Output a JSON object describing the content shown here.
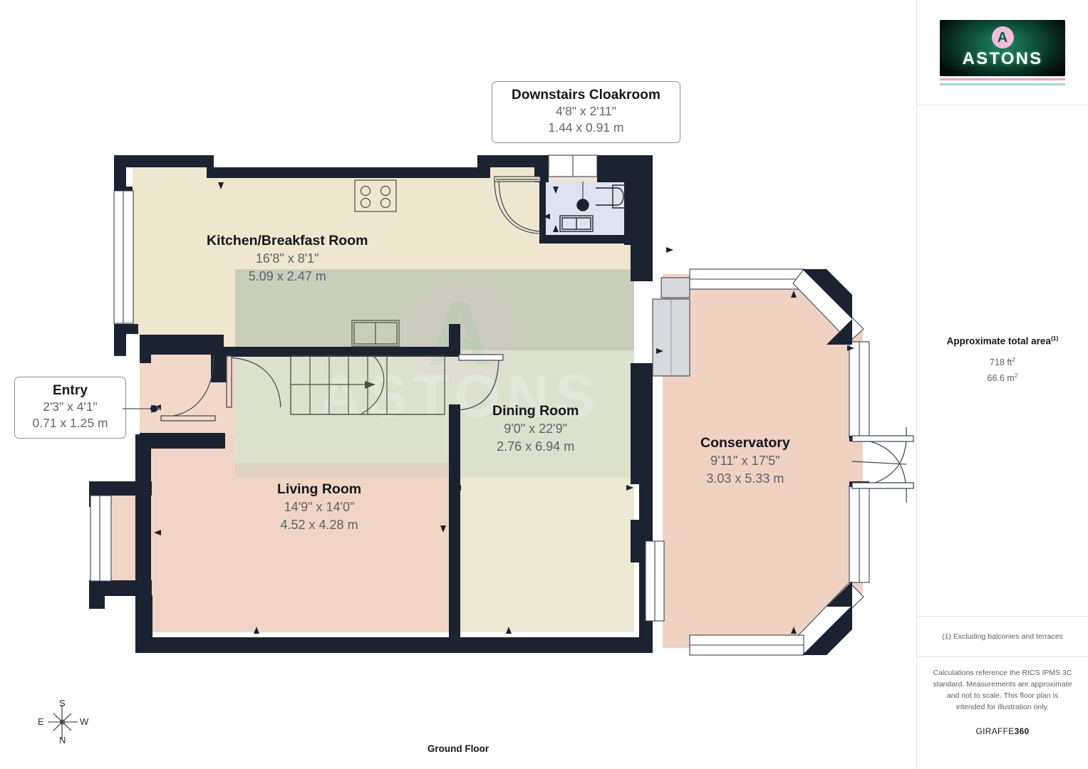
{
  "sidebar": {
    "logo": {
      "badge_letter": "A",
      "wordmark": "ASTONS"
    },
    "area": {
      "title": "Approximate total area",
      "title_superscript": "(1)",
      "imperial": "718 ft",
      "imperial_sup": "2",
      "metric": "66.6 m",
      "metric_sup": "2"
    },
    "footnote": "(1) Excluding balconies and terraces",
    "disclaimer": "Calculations reference the RICS IPMS 3C standard. Measurements are approximate and not to scale. This floor plan is intended for illustration only.",
    "brand_prefix": "GIRAFFE",
    "brand_suffix": "360"
  },
  "plan": {
    "floor_caption": "Ground Floor",
    "watermark": {
      "badge_letter": "A",
      "wordmark": "ASTONS"
    },
    "compass": {
      "top": "S",
      "bottom": "N",
      "left": "E",
      "right": "W"
    },
    "callouts": [
      {
        "id": "downstairs-cloakroom",
        "title": "Downstairs Cloakroom",
        "imperial": "4'8\" x 2'11\"",
        "metric": "1.44 x 0.91 m"
      },
      {
        "id": "entry",
        "title": "Entry",
        "imperial": "2'3\" x 4'1\"",
        "metric": "0.71 x 1.25 m"
      }
    ],
    "rooms": [
      {
        "id": "kitchen-breakfast-room",
        "title": "Kitchen/Breakfast Room",
        "imperial": "16'8\" x 8'1\"",
        "metric": "5.09 x 2.47 m"
      },
      {
        "id": "dining-room",
        "title": "Dining Room",
        "imperial": "9'0\" x 22'9\"",
        "metric": "2.76 x 6.94 m"
      },
      {
        "id": "living-room",
        "title": "Living Room",
        "imperial": "14'9\" x 14'0\"",
        "metric": "4.52 x 4.28 m"
      },
      {
        "id": "conservatory",
        "title": "Conservatory",
        "imperial": "9'11\" x 17'5\"",
        "metric": "3.03 x 5.33 m"
      }
    ]
  },
  "colors": {
    "wall": "#1b2230",
    "kitchen_fill": "#efe6d0",
    "living_fill": "#f0d5c6",
    "conservatory_fill": "#f0d2c3",
    "cloakroom_fill": "#dfe3ef",
    "dining_fill": "#ece8d4",
    "page_bg": "#ffffff",
    "divider": "#e3e3e5",
    "text_dark": "#14161c",
    "text_muted": "#5d6068",
    "logo_green": "#0f5b45",
    "logo_pink": "#f2bcdc"
  }
}
